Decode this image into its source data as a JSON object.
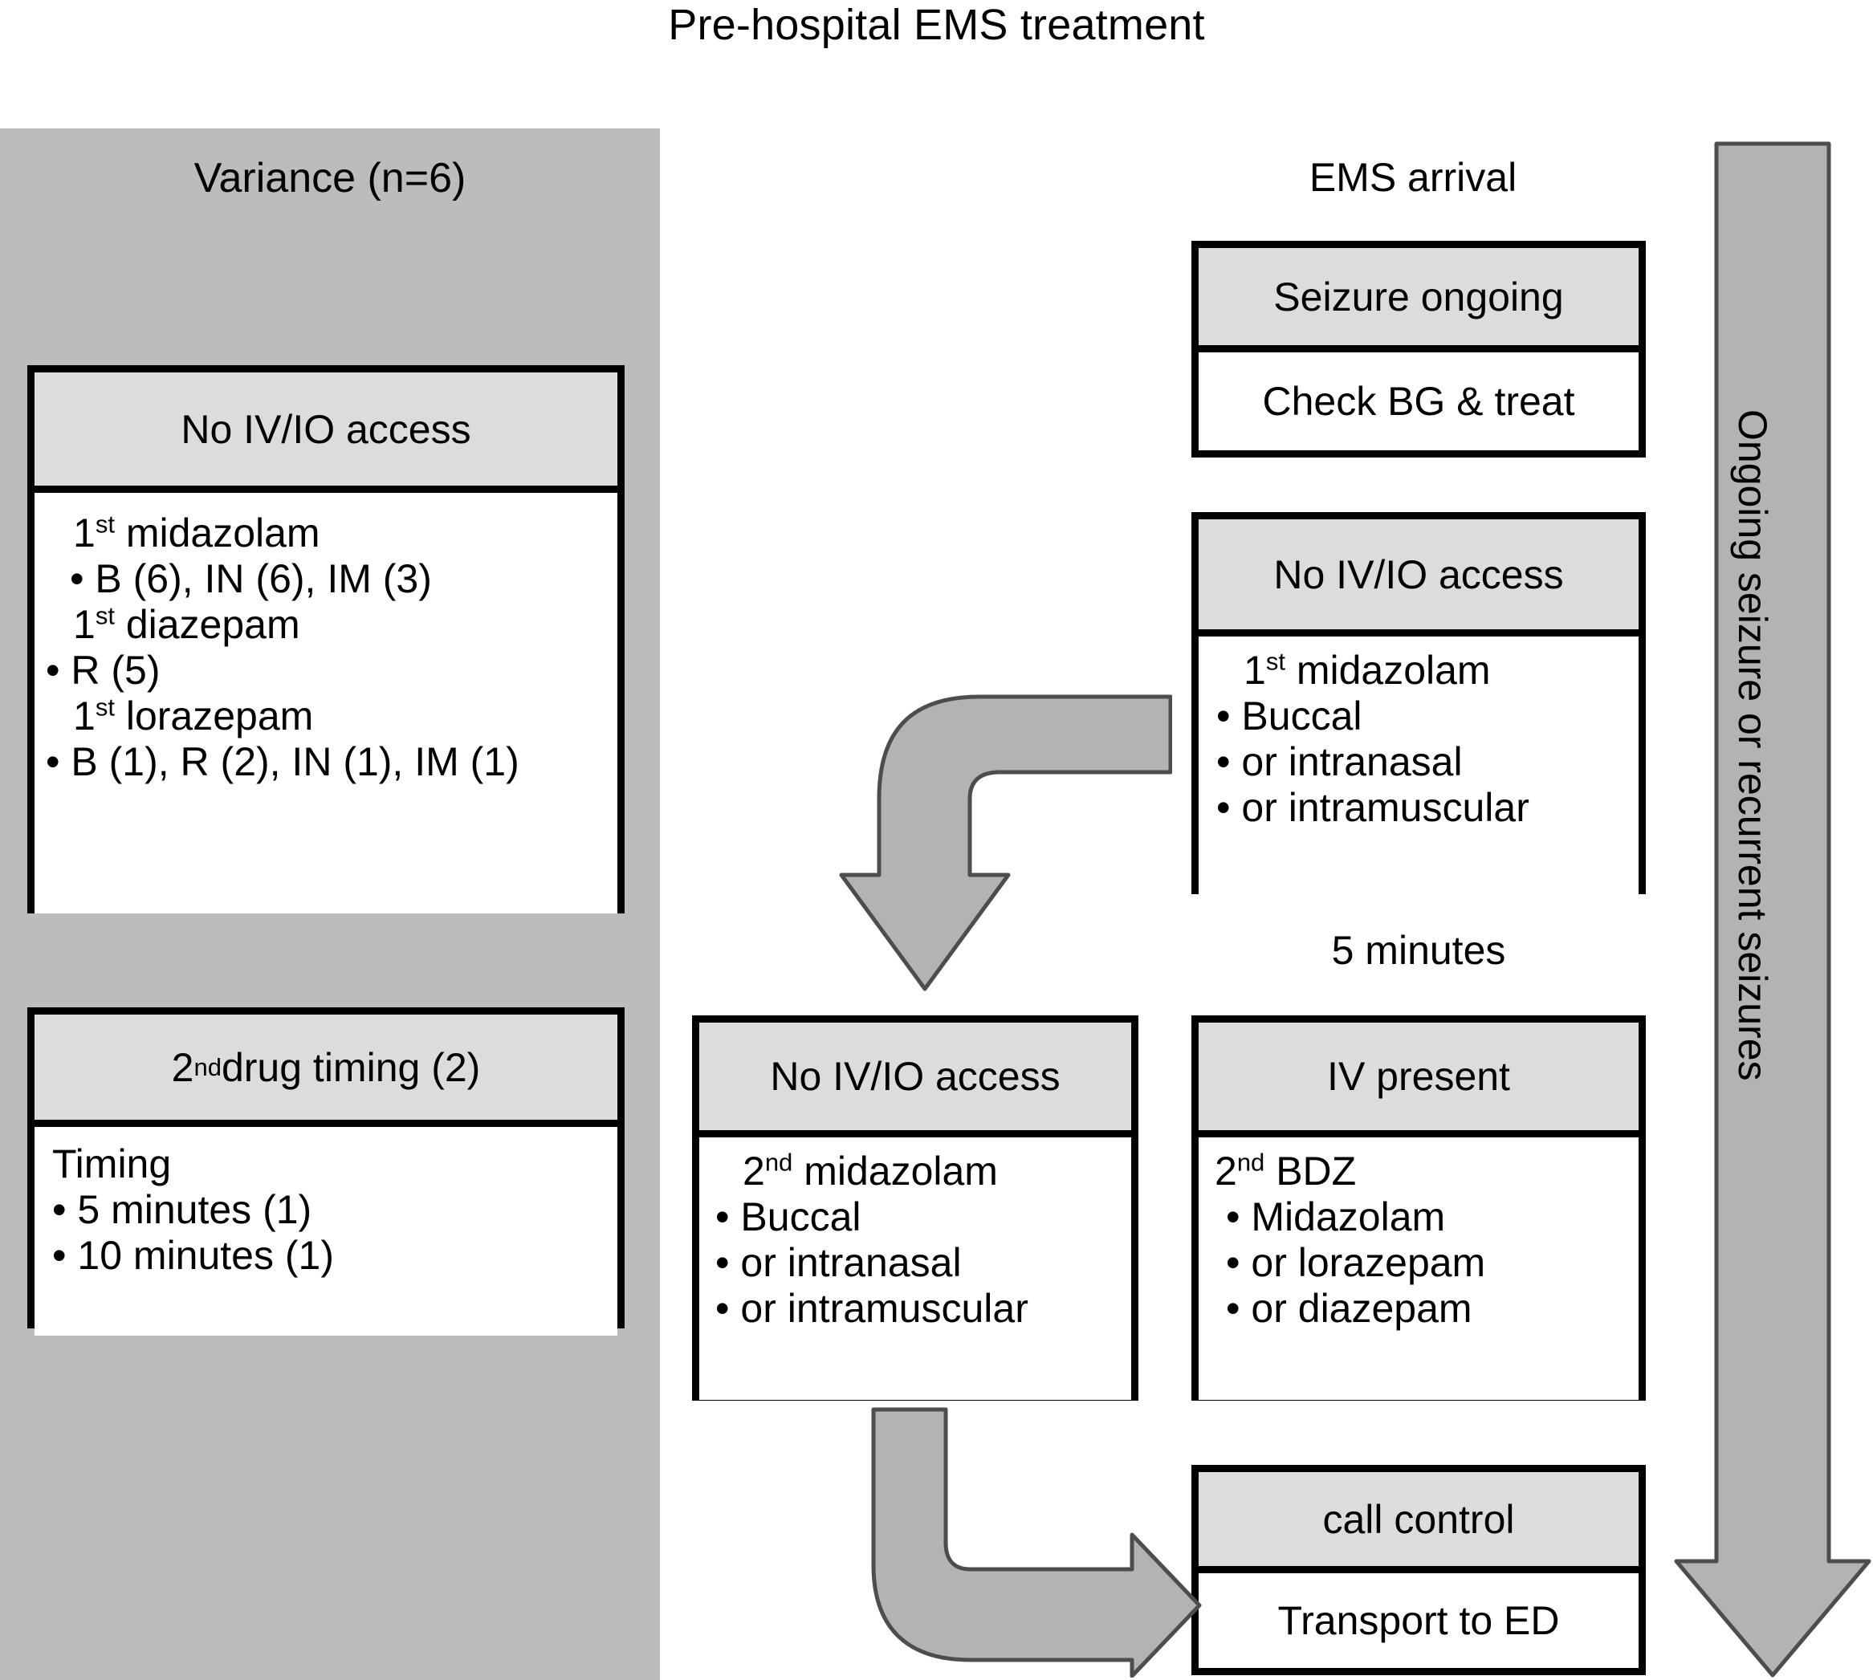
{
  "title": "Pre-hospital EMS treatment",
  "variance_panel": {
    "title": "Variance (n=6)",
    "boxes": [
      {
        "header": "No IV/IO access",
        "lines": [
          {
            "text": "1st midazolam",
            "sup": "st",
            "pre": "1",
            "post": " midazolam",
            "style": "indent"
          },
          {
            "text": "B (6), IN (6), IM (3)",
            "style": "bullet-indent"
          },
          {
            "text": "1st diazepam",
            "sup": "st",
            "pre": "1",
            "post": " diazepam",
            "style": "indent"
          },
          {
            "text": "R (5)",
            "style": "bullet"
          },
          {
            "text": "1st lorazepam",
            "sup": "st",
            "pre": "1",
            "post": " lorazepam",
            "style": "indent"
          },
          {
            "text": "B (1), R (2), IN (1), IM (1)",
            "style": "bullet"
          }
        ]
      },
      {
        "header_pre": "2",
        "header_sup": "nd",
        "header_post": " drug timing (2)",
        "header": "2nd drug timing (2)",
        "lines": [
          {
            "text": "Timing",
            "style": "plain"
          },
          {
            "text": "5 minutes (1)",
            "style": "bullet"
          },
          {
            "text": "10 minutes (1)",
            "style": "bullet"
          }
        ]
      }
    ]
  },
  "flow": {
    "ems_arrival_label": "EMS arrival",
    "five_minutes_label": "5 minutes",
    "boxes": {
      "seizure": {
        "header": "Seizure ongoing",
        "body": "Check BG & treat"
      },
      "no_access_1": {
        "header": "No IV/IO access",
        "lines": [
          {
            "text": "1st midazolam",
            "pre": "1",
            "sup": "st",
            "post": " midazolam",
            "style": "indent"
          },
          {
            "text": "Buccal",
            "style": "bullet"
          },
          {
            "text": "or intranasal",
            "style": "bullet"
          },
          {
            "text": "or intramuscular",
            "style": "bullet"
          }
        ]
      },
      "no_access_2": {
        "header": "No IV/IO access",
        "lines": [
          {
            "text": "2nd midazolam",
            "pre": "2",
            "sup": "nd",
            "post": " midazolam",
            "style": "indent"
          },
          {
            "text": "Buccal",
            "style": "bullet"
          },
          {
            "text": "or intranasal",
            "style": "bullet"
          },
          {
            "text": "or intramuscular",
            "style": "bullet"
          }
        ]
      },
      "iv_present": {
        "header": "IV present",
        "lines": [
          {
            "text": "2nd BDZ",
            "pre": "2",
            "sup": "nd",
            "post": " BDZ",
            "style": "plain"
          },
          {
            "text": "Midazolam",
            "style": "bullet"
          },
          {
            "text": "or lorazepam",
            "style": "bullet"
          },
          {
            "text": "or diazepam",
            "style": "bullet"
          }
        ]
      },
      "call_control": {
        "header": "call control",
        "body": "Transport to ED"
      }
    }
  },
  "side_arrow": {
    "label": "Ongoing seizure or recurrent seizures"
  },
  "colors": {
    "panel_background": "#bcbcbc",
    "box_header": "#dcdcdc",
    "box_border": "#000000",
    "arrow_fill": "#b3b3b3",
    "arrow_stroke": "#4d4d4d",
    "page_background": "#ffffff"
  }
}
